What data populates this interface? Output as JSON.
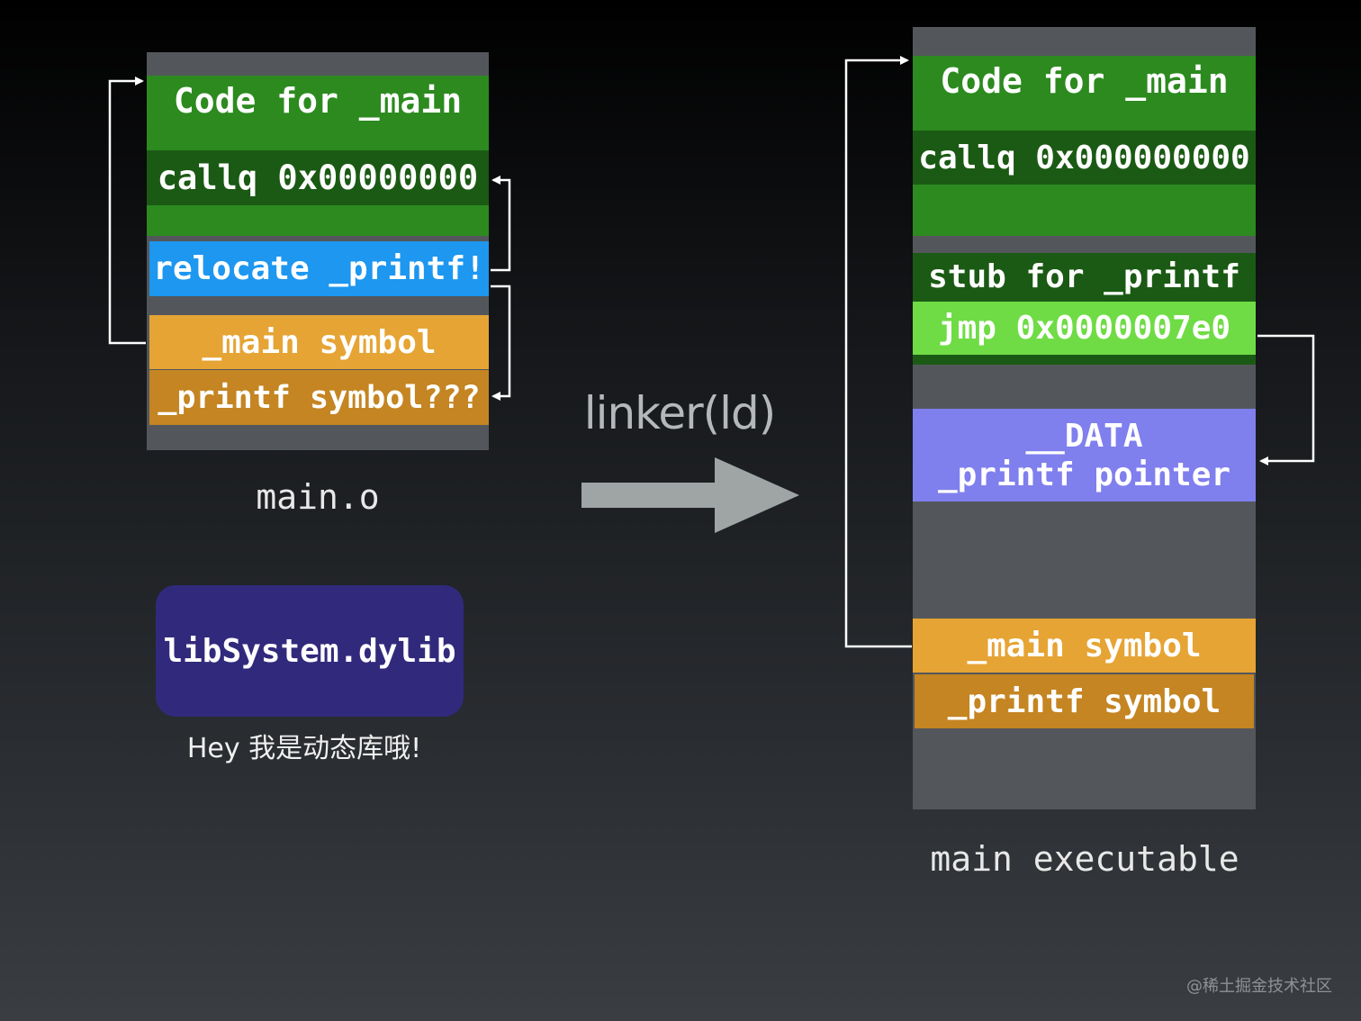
{
  "main_o": {
    "code_label": "Code for _main",
    "callq_label": "callq 0x00000000",
    "relocate_label": "relocate _printf!",
    "main_symbol_label": "_main symbol",
    "printf_symbol_label": "_printf symbol???",
    "caption": "main.o"
  },
  "dylib": {
    "name": "libSystem.dylib",
    "caption": "Hey 我是动态库哦!"
  },
  "linker": {
    "label": "linker(ld)"
  },
  "executable": {
    "code_label": "Code for _main",
    "callq_label": "callq 0x000000000",
    "stub_label": "stub for _printf",
    "jmp_label": "jmp 0x0000007e0",
    "data_label": "__DATA",
    "pointer_label": "_printf pointer",
    "main_symbol_label": "_main symbol",
    "printf_symbol_label": "_printf symbol",
    "caption": "main executable"
  },
  "watermark": "@稀土掘金技术社区",
  "colors": {
    "section_gray": "#53575b",
    "code_green": "#2c8a1f",
    "callq_dark_green": "#1b5a14",
    "relocate_blue": "#1d97f0",
    "symbol_orange": "#e6a434",
    "symbol_dark_orange": "#c48522",
    "jmp_light_green": "#6fdc45",
    "data_purple": "#7f7fee",
    "dylib_navy": "#312a7c"
  }
}
